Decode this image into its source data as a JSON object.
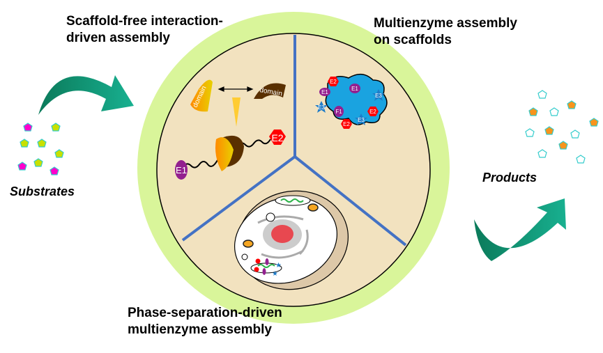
{
  "labels": {
    "scaffold_free_line1": "Scaffold-free interaction-",
    "scaffold_free_line2": "driven assembly",
    "scaffold_line1": "Multienzyme assembly",
    "scaffold_line2": "on scaffolds",
    "phase_line1": "Phase-separation-driven",
    "phase_line2": "multienzyme assembly",
    "substrates": "Substrates",
    "products": "Products"
  },
  "enzymes": {
    "domain": "domain",
    "e1": "E1",
    "e2": "E2",
    "e3": "E3",
    "f1": "F1"
  },
  "colors": {
    "outer_ring": "#d9f59a",
    "inner_disc": "#f2e2bf",
    "divider": "#4472c4",
    "arrow": "#12a383",
    "e1": "#93208f",
    "e2": "#ff0000",
    "e3": "#1f7cc8",
    "scaffold": "#1aa3e0",
    "substrate_a": "#ff00cc",
    "substrate_b": "#c8e000",
    "product_a": "#f7941d",
    "product_b": "#ffffff"
  }
}
